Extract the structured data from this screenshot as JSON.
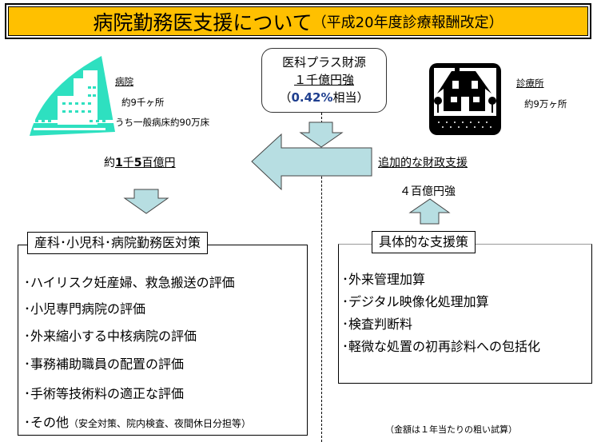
{
  "title": {
    "main": "病院勤務医支援について",
    "sub": "（平成20年度診療報酬改定）"
  },
  "hospital": {
    "icon": "hospital-building-icon",
    "label": "病院",
    "count": "約9千ヶ所",
    "beds": "うち一般病床約90万床"
  },
  "clinic": {
    "icon": "house-icon",
    "label": "診療所",
    "count": "約9万ヶ所"
  },
  "budget": {
    "line1": "医科プラス財源",
    "line2": "１千億円強",
    "paren_open": "（",
    "percent": "0.42%",
    "paren_rest": "相当）"
  },
  "left_amount": {
    "prefix": "約",
    "n1": "1",
    "mid": "千",
    "n2": "5",
    "suffix": "百億円"
  },
  "right_amount": {
    "label": "追加的な財政支援",
    "amount": "４百億円強"
  },
  "left_panel": {
    "label": "産科･小児科･病院勤務医対策",
    "items": [
      "･ハイリスク妊産婦、救急搬送の評価",
      "･小児専門病院の評価",
      "･外来縮小する中核病院の評価",
      "･事務補助職員の配置の評価",
      "･手術等技術料の適正な評価"
    ],
    "last_item_main": "･その他",
    "last_item_note": "（安全対策、院内検査、夜間休日分担等）"
  },
  "right_panel": {
    "label": "具体的な支援策",
    "items": [
      "･外来管理加算",
      "･デジタル映像化処理加算",
      "･検査判断料",
      "･軽微な処置の初再診料への包括化"
    ]
  },
  "footnote": "（金額は１年当たりの粗い試算）",
  "colors": {
    "title_bg": "#FFC000",
    "arrow_fill": "#B7DEE2",
    "hospital_icon": "#2EE0C0",
    "percent_text": "#1F3F8F"
  }
}
